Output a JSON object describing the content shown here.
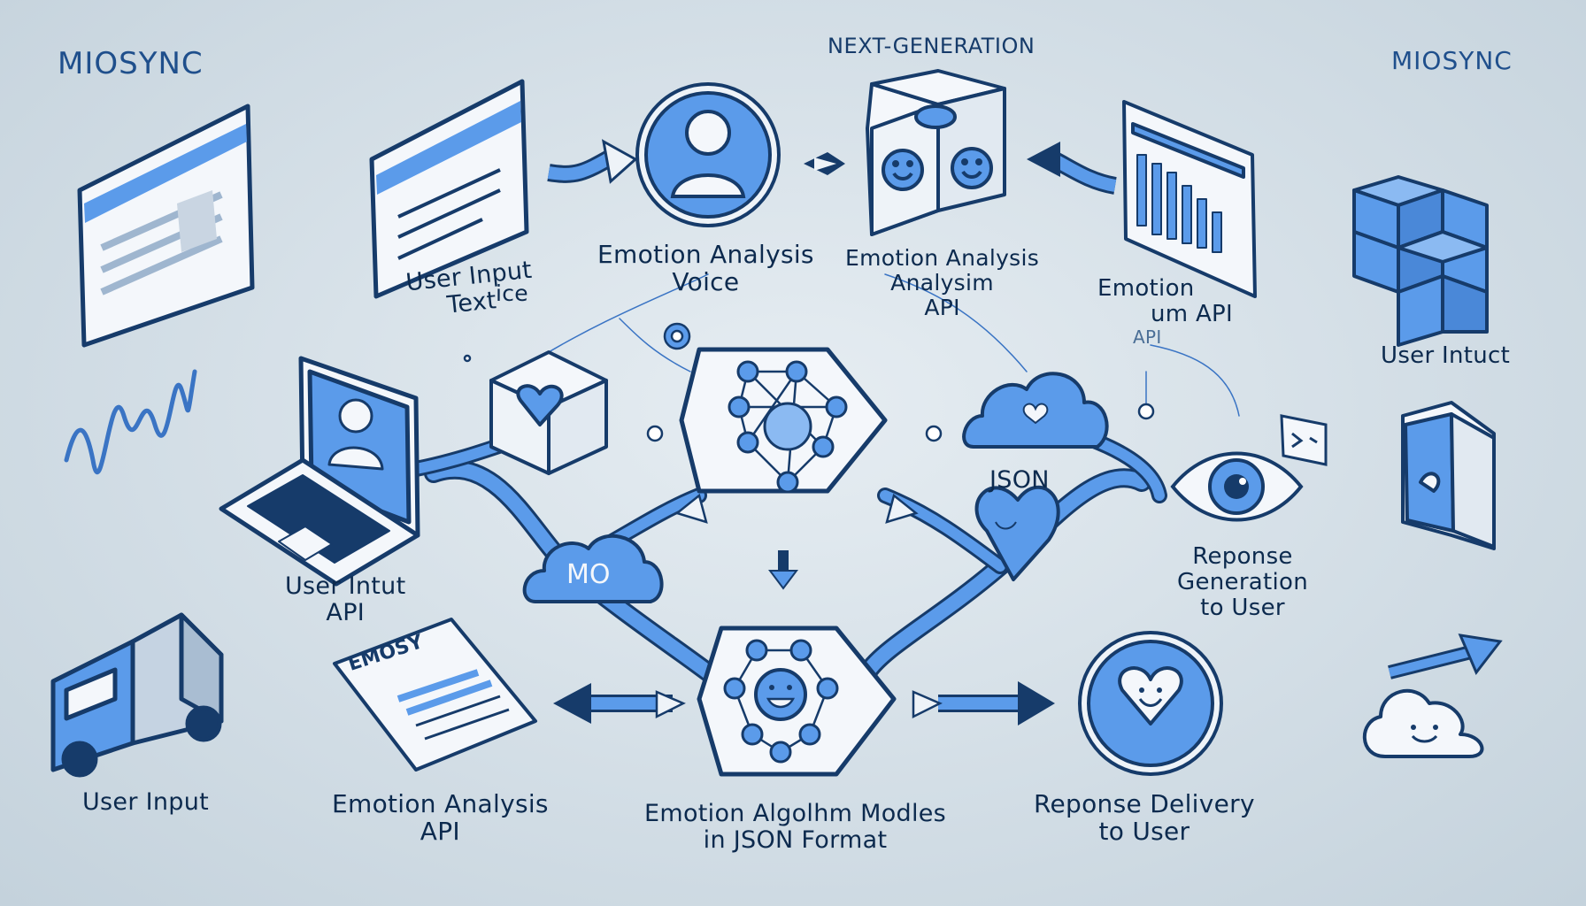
{
  "header": {
    "brand_left": "MIOSYNC",
    "brand_right": "MIOSYNC",
    "subtitle": "NEXT-GENERATION"
  },
  "labels": {
    "user_input_text": [
      "User Input",
      "Text"
    ],
    "user_input_text_overlay": "ice",
    "emotion_voice": [
      "Emotion Analysis",
      "Voice"
    ],
    "emotion_api_top": [
      "Emotion Analysis",
      "Analysim",
      "API"
    ],
    "emotion_api_right": [
      "Emotion",
      "um API",
      "API"
    ],
    "user_intuct": "User Intuct",
    "json": "JSON",
    "response_generation": [
      "Reponse",
      "Generation",
      "to User"
    ],
    "user_intut_api": [
      "User Intut",
      "API"
    ],
    "user_input_bottom": "User Input",
    "emotion_api_bottom": [
      "Emotion Analysis",
      "API"
    ],
    "algorithm": [
      "Emotion Algolhm Modles",
      "in JSON Format"
    ],
    "response_delivery": [
      "Reponse Delivery",
      "to User"
    ],
    "cloud_text": "MO",
    "doc_heading": "EMOSY"
  },
  "colors": {
    "primary": "#5b9bea",
    "dark": "#163b6a",
    "light": "#f3f7fb",
    "background": "#d3dee6"
  },
  "icons": [
    "browser-icon",
    "user-avatar-icon",
    "emoji-cube-icon",
    "bar-chart-panel-icon",
    "cubes-icon",
    "laptop-icon",
    "heart-box-icon",
    "neural-network-hexagon-icon",
    "cloud-icon",
    "eye-icon",
    "phone-icon",
    "truck-icon",
    "document-icon",
    "smiley-network-hexagon-icon",
    "heart-smile-circle-icon",
    "smiling-cloud-icon",
    "waveform-icon",
    "heart-icon"
  ]
}
